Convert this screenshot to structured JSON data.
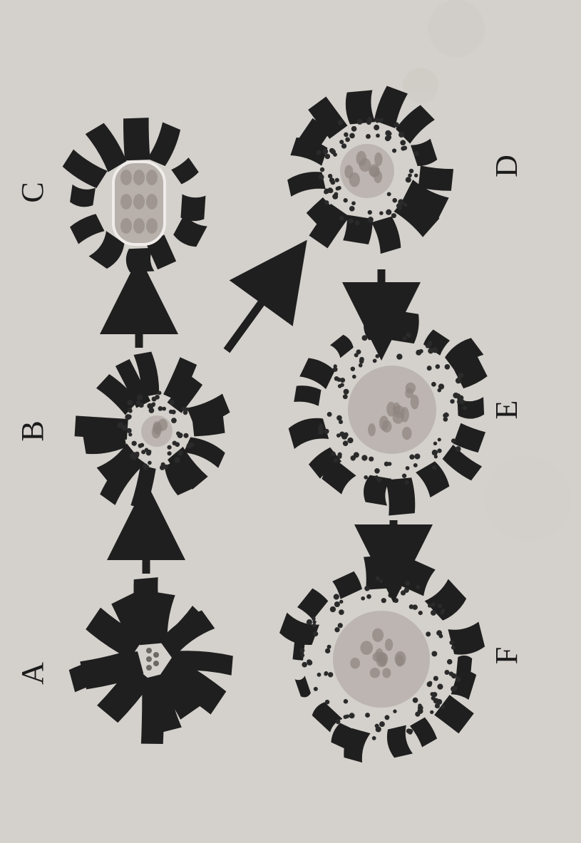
{
  "figure": {
    "labels": {
      "A": "A",
      "B": "B",
      "C": "C",
      "D": "D",
      "E": "E",
      "F": "F"
    },
    "colors": {
      "paper": "#d4d1cc",
      "ink": "#1f1f1f",
      "nucleus_fill": "#b7b0ab",
      "nucleus_spot": "#8f8580",
      "dot": "#2a2a2a"
    },
    "panels": [
      {
        "id": "A",
        "dots": 0,
        "nucleus": "none"
      },
      {
        "id": "B",
        "dots": 60,
        "nucleus": "small"
      },
      {
        "id": "C",
        "dots": 0,
        "nucleus": "capsule"
      },
      {
        "id": "D",
        "dots": 70,
        "nucleus": "medium"
      },
      {
        "id": "E",
        "dots": 90,
        "nucleus": "large"
      },
      {
        "id": "F",
        "dots": 95,
        "nucleus": "large"
      }
    ],
    "arrows": [
      {
        "from": "A",
        "to": "B"
      },
      {
        "from": "B",
        "to": "C"
      },
      {
        "from": "B",
        "to": "D"
      },
      {
        "from": "D",
        "to": "E"
      },
      {
        "from": "E",
        "to": "F"
      }
    ]
  }
}
